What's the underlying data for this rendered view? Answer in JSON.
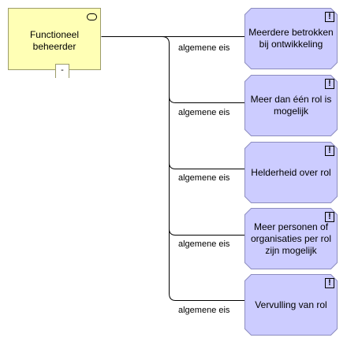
{
  "colors": {
    "role_fill": "#ffffb5",
    "role_border": "#9c9c6a",
    "principle_fill": "#ccccff",
    "principle_border": "#8c8cbf",
    "connector": "#000000"
  },
  "icons": {
    "role": "role-icon",
    "principle": "exclamation-icon",
    "expander": "collapse-toggle"
  },
  "role": {
    "label": "Functioneel beheerder",
    "expander_label": "-"
  },
  "principles": [
    {
      "label": "Meerdere betrokken bij ontwikkeling",
      "icon_glyph": "!"
    },
    {
      "label": "Meer dan één rol is mogelijk",
      "icon_glyph": "!"
    },
    {
      "label": "Helderheid over rol",
      "icon_glyph": "!"
    },
    {
      "label": "Meer personen of organisaties per rol zijn mogelijk",
      "icon_glyph": "!"
    },
    {
      "label": "Vervulling van rol",
      "icon_glyph": "!"
    }
  ],
  "relations": [
    {
      "label": "algemene eis"
    },
    {
      "label": "algemene eis"
    },
    {
      "label": "algemene eis"
    },
    {
      "label": "algemene eis"
    },
    {
      "label": "algemene eis"
    }
  ]
}
